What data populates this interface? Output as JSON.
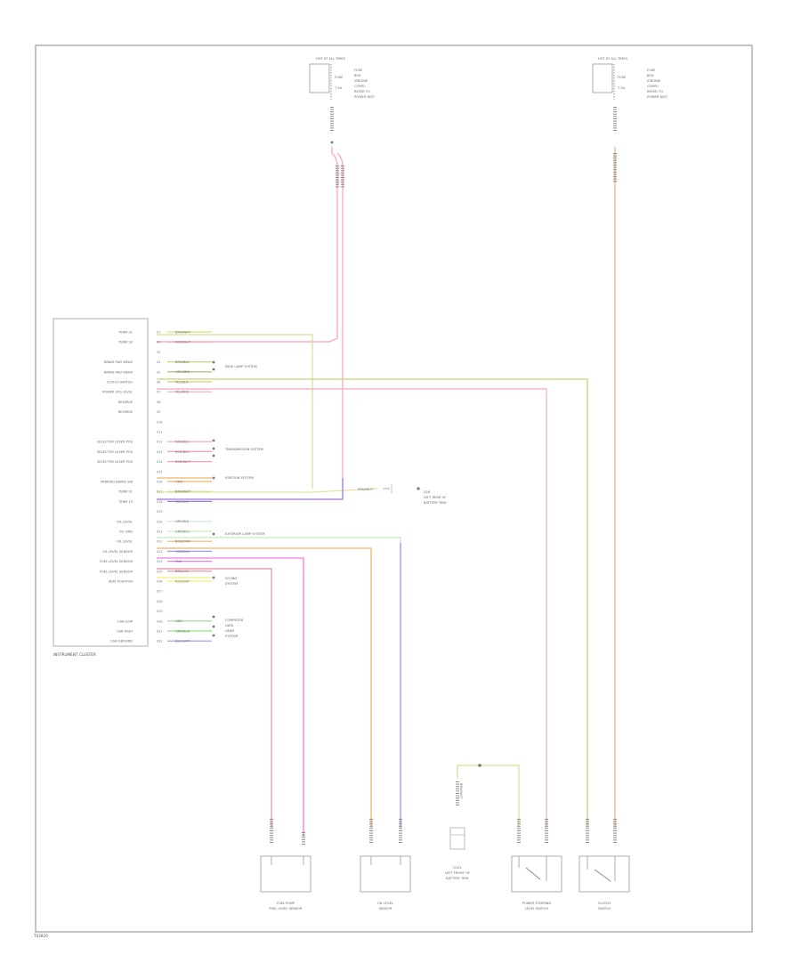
{
  "diagram": {
    "footer_code": "T02820",
    "cluster_label": "INSTRUMENT CLUSTER",
    "fuses": [
      {
        "title": "HOT AT ALL TIMES",
        "fuse_lines": [
          "FUSE",
          "7.5A"
        ],
        "desc_lines": [
          "FUSE",
          "BOX",
          "(ENGINE",
          "COMP.)",
          "REFER TO",
          "POWER DIST."
        ]
      },
      {
        "title": "HOT AT ALL TIMES",
        "fuse_lines": [
          "FUSE",
          "7.5A"
        ],
        "desc_lines": [
          "FUSE",
          "BOX",
          "(ENGINE",
          "COMP.)",
          "REFER TO",
          "POWER DIST."
        ]
      }
    ],
    "pins": [
      {
        "name": "TERM 31",
        "pin": "X1",
        "wire": "BRN/WHT"
      },
      {
        "name": "TERM 30",
        "pin": "X2",
        "wire": "RED/WHT"
      },
      {
        "name": "",
        "pin": "X3",
        "wire": ""
      },
      {
        "name": "BRAKE PAD WEAR",
        "pin": "X4",
        "wire": "BRN/BLK"
      },
      {
        "name": "BRAKE PAD WEAR",
        "pin": "X5",
        "wire": "GRY/BRN"
      },
      {
        "name": "CLUTCH SWITCH",
        "pin": "X6",
        "wire": "YEL/BLK"
      },
      {
        "name": "POWER STG LEVEL",
        "pin": "X7",
        "wire": "YEL/RED"
      },
      {
        "name": "RESERVE",
        "pin": "X8",
        "wire": ""
      },
      {
        "name": "RESERVE",
        "pin": "X9",
        "wire": ""
      },
      {
        "name": "",
        "pin": "X10",
        "wire": ""
      },
      {
        "name": "",
        "pin": "X11",
        "wire": ""
      },
      {
        "name": "SELECTOR LEVER POS",
        "pin": "X12",
        "wire": "RED/BLK"
      },
      {
        "name": "SELECTOR LEVER POS",
        "pin": "X13",
        "wire": "RED/BLU"
      },
      {
        "name": "SELECTOR LEVER POS",
        "pin": "X14",
        "wire": "RED/WHT"
      },
      {
        "name": "",
        "pin": "X15",
        "wire": ""
      },
      {
        "name": "PARKING BRAKE SW",
        "pin": "X16",
        "wire": "ORN"
      },
      {
        "name": "TERM 31",
        "pin": "X17",
        "wire": "BRN/WHT"
      },
      {
        "name": "TERM 15",
        "pin": "X18",
        "wire": "VIO/BLK"
      },
      {
        "name": "",
        "pin": "X19",
        "wire": ""
      },
      {
        "name": "OIL LEVEL",
        "pin": "X20",
        "wire": "GRY/BLK"
      },
      {
        "name": "OIL GND",
        "pin": "X21",
        "wire": "GRN/BLU"
      },
      {
        "name": "OIL LEVEL",
        "pin": "X22",
        "wire": "BRN/ORN"
      },
      {
        "name": "OIL LEVEL SENSOR",
        "pin": "X23",
        "wire": "ORN/BLU"
      },
      {
        "name": "FUEL LEVEL SENSOR",
        "pin": "X24",
        "wire": "PNK"
      },
      {
        "name": "FUEL LEVEL SENSOR",
        "pin": "X25",
        "wire": "BRN/VIO"
      },
      {
        "name": "SEAT POSITION",
        "pin": "X26",
        "wire": "RED/GRY"
      },
      {
        "name": "",
        "pin": "X27",
        "wire": ""
      },
      {
        "name": "",
        "pin": "X28",
        "wire": ""
      },
      {
        "name": "",
        "pin": "X29",
        "wire": ""
      },
      {
        "name": "CAN LOW",
        "pin": "X30",
        "wire": "GRN"
      },
      {
        "name": "CAN HIGH",
        "pin": "X31",
        "wire": "GRN/BLK"
      },
      {
        "name": "CAN GROUND",
        "pin": "X32",
        "wire": "BLU/WHT"
      }
    ],
    "side_notes": [
      {
        "lines": [
          "PARK LAMP SYSTEM"
        ]
      },
      {
        "lines": [
          "TRANSMISSION SYSTEM"
        ]
      },
      {
        "lines": [
          "IGNITION SYSTEM"
        ]
      },
      {
        "lines": [
          "EXTERIOR LAMP SYSTEM"
        ]
      },
      {
        "lines": [
          "SOUND",
          "SYSTEM"
        ]
      },
      {
        "lines": [
          "COMPUTER",
          "DATA",
          "LINES",
          "SYSTEM"
        ]
      }
    ],
    "ground_top": {
      "wire": "BRN/WHT",
      "lines": [
        "G16",
        "LEFT REAR OF",
        "BATTERY TRAY"
      ]
    },
    "ground_bottom": {
      "wire": "BRN/WHT",
      "lines": [
        "G101",
        "LEFT FRONT OF",
        "BATTERY TRAY"
      ]
    },
    "components": [
      {
        "lines": [
          "FUEL PUMP",
          "FUEL LEVEL SENSOR"
        ]
      },
      {
        "lines": [
          "OIL LEVEL",
          "SENSOR"
        ]
      },
      {
        "lines": [
          "POWER STEERING",
          "LEVEL SWITCH"
        ]
      },
      {
        "lines": [
          "CLUTCH",
          "SWITCH"
        ]
      }
    ],
    "colors": {
      "red": "#ff9eb4",
      "green_yellow": "#d6df8c",
      "olive": "#cbd177",
      "orange": "#f0b56c",
      "violet": "#9a79d8",
      "pink": "#f27ce5",
      "blue": "#9a9bf5",
      "green": "#90e18a",
      "light_green": "#c6ecc3",
      "lime_yellow": "#eff178",
      "tan": "#e5b593",
      "dark_pink": "#e68f9e"
    }
  }
}
